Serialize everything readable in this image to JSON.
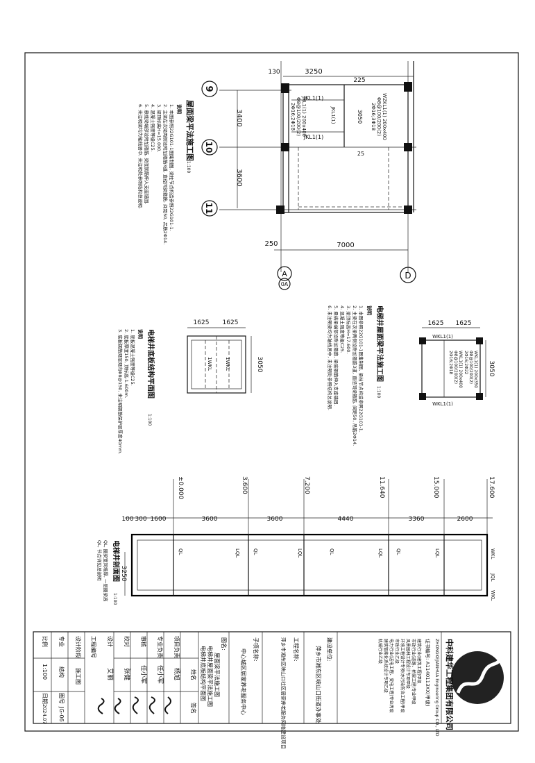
{
  "roof_plan": {
    "title": "屋面梁平法施工图",
    "scale": "1:100",
    "axis_9": "9",
    "axis_10": "10",
    "axis_11": "11",
    "axis_A": "A",
    "axis_0A": "0A",
    "axis_D": "D",
    "dim_3250": "3250",
    "dim_130": "130",
    "dim_225": "225",
    "dim_25": "25",
    "dim_3400": "3400",
    "dim_3600": "3600",
    "dim_250": "250",
    "dim_7000": "7000",
    "jkl_a": "JKL1(1)",
    "jkl_b": "JKL1(1)",
    "jkl_c": "JKL1(1)",
    "beam_label_1": "JKL1(1) 200x400",
    "beam_label_2": "Φ8@100/200(2)",
    "beam_label_3": "2Φ16;2Φ18",
    "beam_label_4": "WZKL1(1) 200x400",
    "beam_label_5": "Φ8@100/200(2)",
    "beam_label_6": "2Φ16;3Φ18",
    "dim_3050": "3050",
    "notes_head": "说明",
    "notes": [
      "1. 本图参照22G101-1图集制图, 梁柱节点构造参照22G101-1.",
      "2. 主梁在次梁两侧设附加箍筋3道, 直径同梁箍筋, 间距50, 吊筋2Φ14.",
      "3. 梁顶标高H=15.000.",
      "4. 混凝土强度等级C25.",
      "5. 悬挑梁端部设附加箍筋, 梁底钢筋伸入支座锚固.",
      "6. 未注明梁均为轴线居中, 未注明处参照结构总说明."
    ]
  },
  "elevator_roof_plan": {
    "title": "电梯井屋面梁平法施工图",
    "scale": "1:100",
    "dim_1625a": "1625",
    "dim_1625b": "1625",
    "dim_3050": "3050",
    "wkl_top": "WKL1(1)",
    "wkl_bottom": "WKL1(1)",
    "beam_1": "WKL1(1) 200x350",
    "beam_2": "Φ8@100/200(2)",
    "beam_3": "2Φ16;2Φ22",
    "beam_4": "WKL1(1) 200x400",
    "beam_5": "Φ8@100/200(2)",
    "beam_6": "2Φ16;2Φ18",
    "notes_head": "说明",
    "notes": [
      "1. 本图参照22G101-1图集制图, 梁柱节点构造参照22G101-1.",
      "2. 主梁在次梁两侧设附加箍筋3道, 直径同梁箍筋, 间距50, 吊筋2Φ14.",
      "3. 梁顶标高H=17.600.",
      "4. 混凝土强度等级C25.",
      "5. 悬挑梁端部设附加箍筋, 梁底钢筋伸入支座锚固.",
      "6. 未注明梁均为轴线居中, 未注明处参照结构总说明."
    ]
  },
  "elevator_pit_plan": {
    "title": "电梯井底板结构平面图",
    "scale": "1:100",
    "dim_1625a": "1625",
    "dim_1625b": "1625",
    "dim_3050": "3050",
    "label_a": "1WKL",
    "label_b": "1WKL",
    "notes_head": "说明",
    "notes": [
      "1. 底板混凝土强度等级C25.",
      "2. 底板厚度150, 顶标高-1.600m.",
      "3. 底板钢筋双层双向Φ8@150, 未注明钢筋保护层厚度40mm."
    ]
  },
  "elevator_section": {
    "title": "电梯井剖面图",
    "scale": "1:100",
    "legend_1": "QL, 圈梁宽同墙厚, 一层圈梁高",
    "legend_2": "QL, 节点详见总说明",
    "levels": [
      "17.600",
      "15.000",
      "11.640",
      "7.200",
      "3.600",
      "±0.000"
    ],
    "dims": [
      "100",
      "300",
      "1600",
      "3600",
      "3600",
      "4440",
      "3360",
      "2600"
    ],
    "dim_3250": "3250",
    "ql": "QL",
    "lql": "LQL",
    "wkl": "WKL",
    "jql": "JQL"
  },
  "title_block": {
    "company": "中科建华工程集团有限公司",
    "company_en": "ZHONGKEJIANHUA Engineering Group CO., LTD",
    "cert_no": "证书编号: A1140113XX(甲级)",
    "cert_lines": [
      "建筑行业(建筑工程)甲级",
      "市政行业(道路、桥梁工程)专业甲级",
      "风景园林工程设计专项甲级",
      "环境工程设计专项(水污染防治工程)甲级",
      "市政行业乙级",
      "电力行业(送电工程、变电工程)专业丙级",
      "建筑智能化系统设计专项乙级",
      "机械行业乙级"
    ],
    "owner_label": "建设单位:",
    "owner": "萍乡市湘东区峡山口街道办事处",
    "project_label": "工程名称:",
    "project": "萍乡市湘东区峡山口社区居家养老服务网络建设项目",
    "subproject_label": "子项名称:",
    "subproject": "中心城区居家养老服务中心",
    "drawing_label": "图名:",
    "drawing_names": [
      "屋面梁平法施工图",
      "电梯井屋面梁平法施工图",
      "电梯井底板结构平面图"
    ],
    "roles": [
      {
        "role": "项目负责",
        "name": "杨旭"
      },
      {
        "role": "专业负责",
        "name": "任小军"
      },
      {
        "role": "审核",
        "name": "任小军"
      },
      {
        "role": "校对",
        "name": "张健"
      },
      {
        "role": "设计",
        "name": "艾丽"
      }
    ],
    "name_head": "姓名",
    "sign_head": "签名",
    "eng_no_label": "工程编号",
    "stage_label": "设计阶段",
    "stage": "施工图",
    "major_label": "专业",
    "major": "结构",
    "drawing_no_label": "图号",
    "drawing_no": "JG-06",
    "scale_label": "比例",
    "scale": "1:100",
    "date_label": "日期",
    "date": "2024.07"
  }
}
